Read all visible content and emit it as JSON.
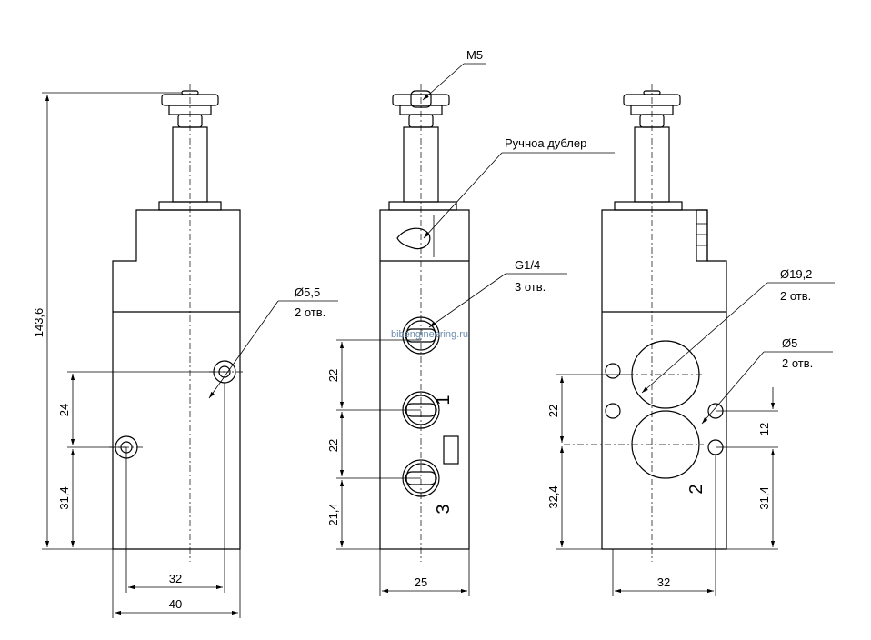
{
  "dimensions": {
    "total_height": "143,6",
    "left_24": "24",
    "left_31_4": "31,4",
    "width_32_left": "32",
    "width_40": "40",
    "mid_22_a": "22",
    "mid_22_b": "22",
    "mid_21_4": "21,4",
    "width_25": "25",
    "right_22": "22",
    "right_32_4": "32,4",
    "right_12": "12",
    "right_31_4": "31,4",
    "width_32_right": "32"
  },
  "callouts": {
    "hole_left_dia": "Ø5,5",
    "hole_left_count": "2 отв.",
    "thread_top": "M5",
    "manual_override": "Ручноа дублер",
    "port_thread": "G1/4",
    "port_count": "3 отв.",
    "right_big_dia": "Ø19,2",
    "right_big_count": "2 отв.",
    "right_small_dia": "Ø5",
    "right_small_count": "2 отв."
  },
  "port_labels": {
    "port_1": "1",
    "port_2": "2",
    "port_3": "3"
  },
  "watermark": "bibengineering.ru"
}
